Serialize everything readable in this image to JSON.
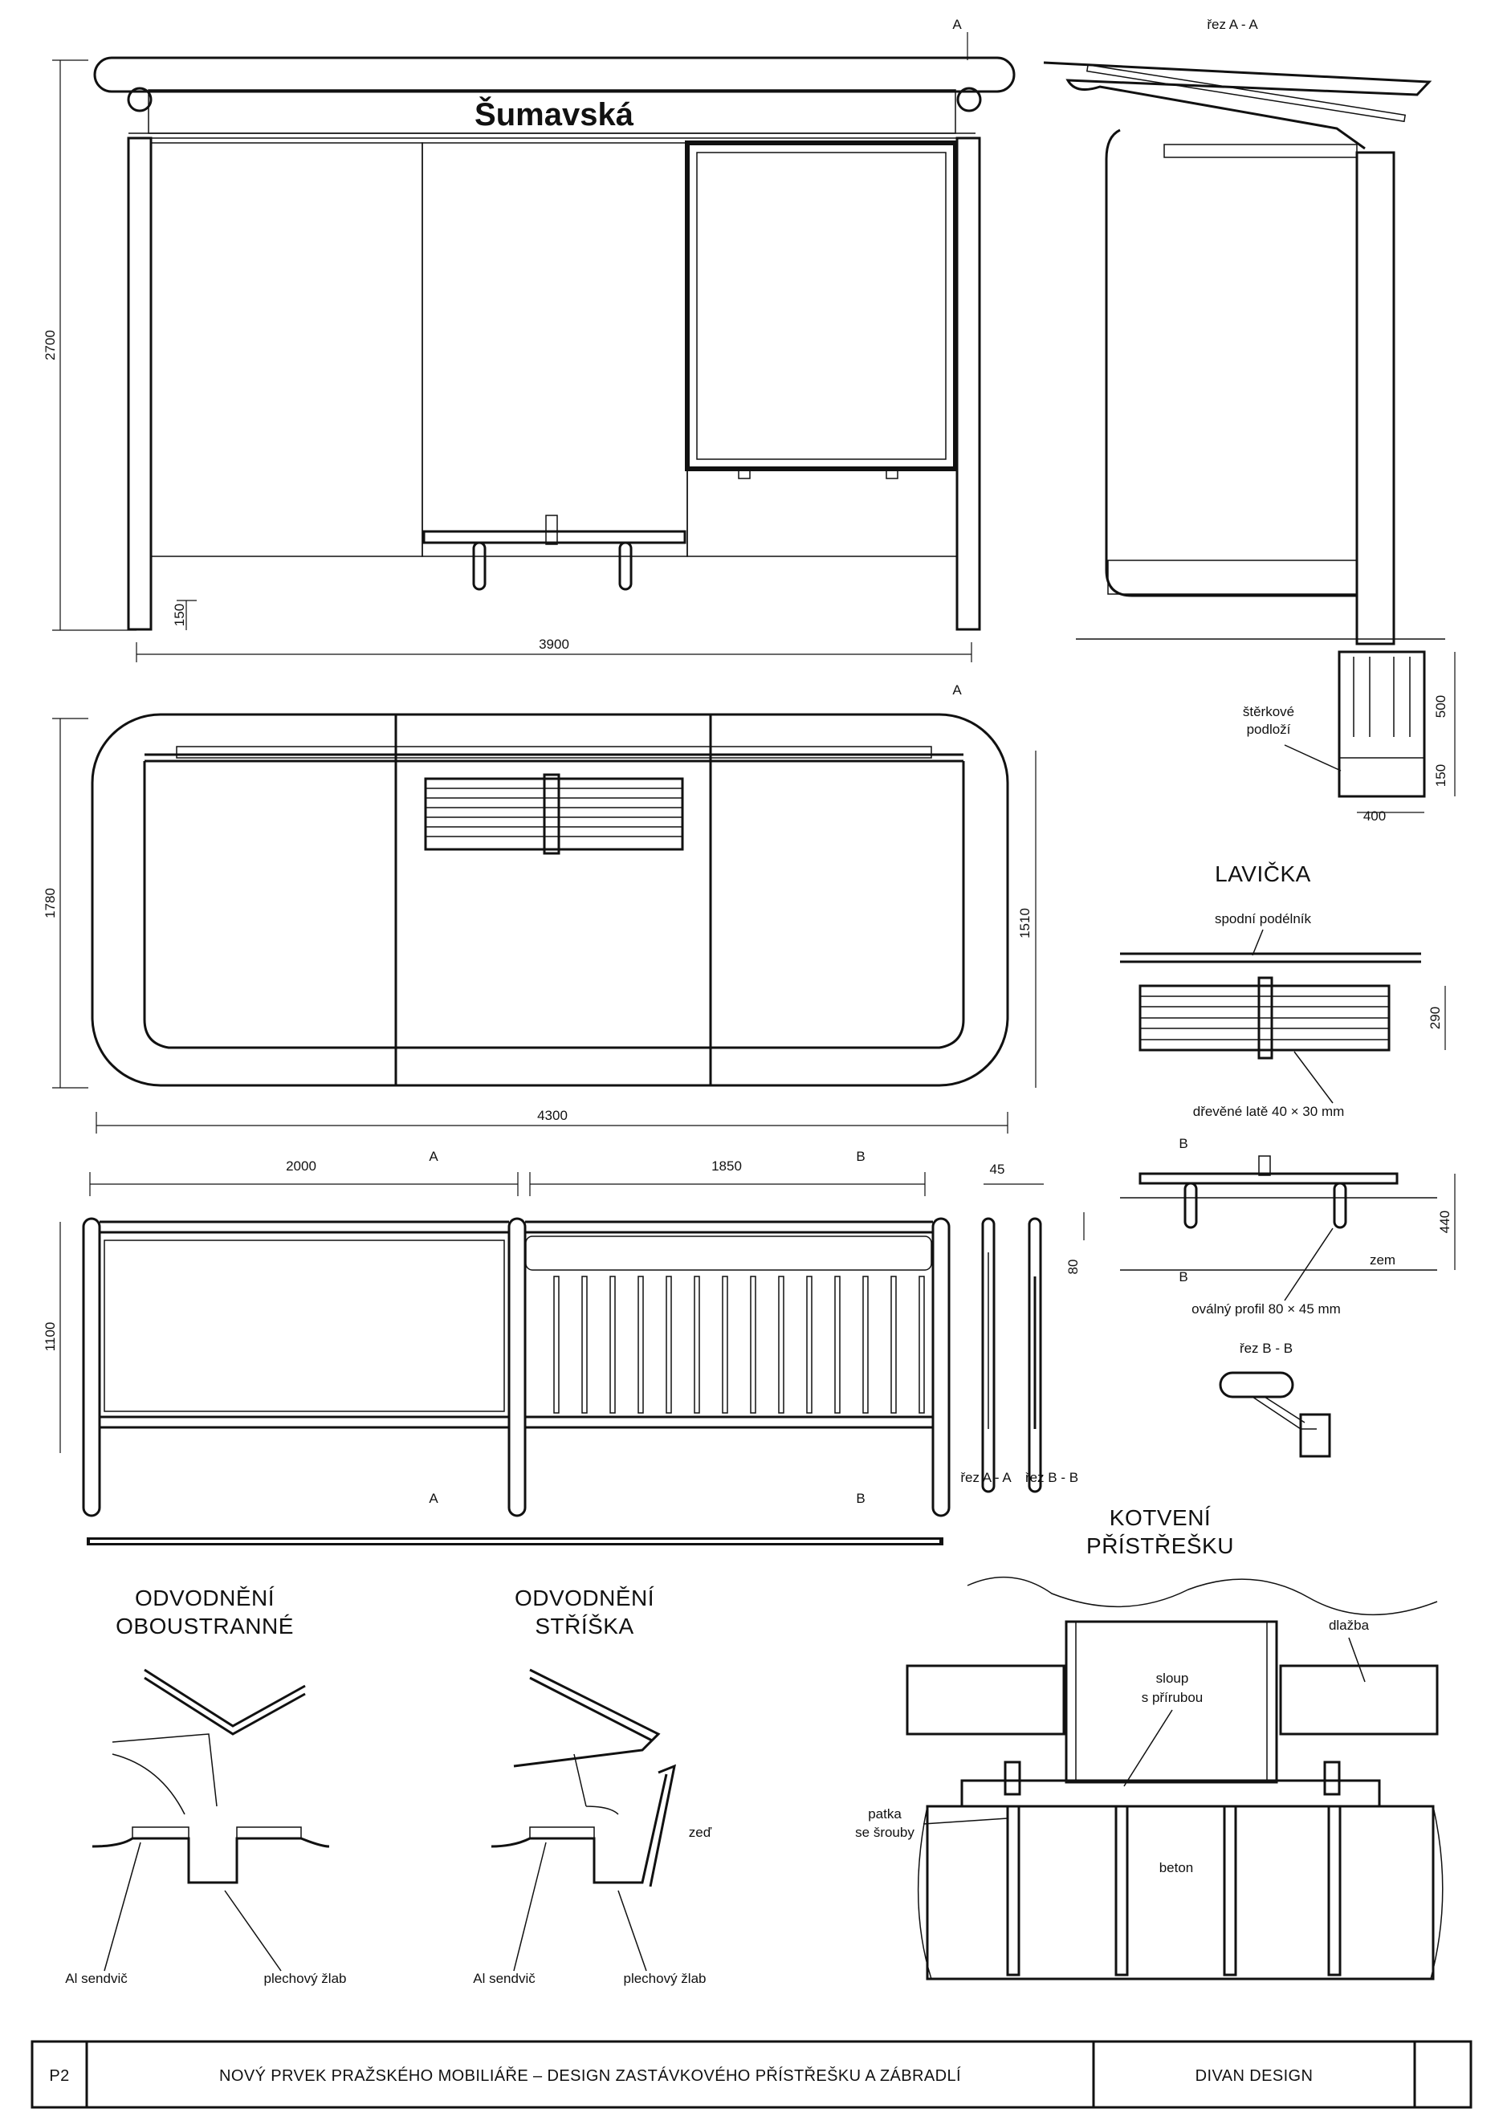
{
  "shelter_front": {
    "sign_text": "Šumavská",
    "dims": {
      "height": "2700",
      "width": "3900",
      "plinth": "150"
    },
    "section_mark": "A"
  },
  "section_aa": {
    "title": "řez A - A",
    "gravel_label": "štěrkové\npodloží",
    "dims": {
      "depth": "500",
      "base": "150",
      "width": "400"
    }
  },
  "shelter_plan": {
    "dims": {
      "depth": "1780",
      "inner_depth": "1510",
      "length": "4300"
    },
    "section_mark": "A"
  },
  "bench": {
    "title": "LAVIČKA",
    "label_lower_rail": "spodní podélník",
    "dim_depth": "290",
    "label_slats": "dřevěné latě 40 × 30 mm",
    "section_mark": "B",
    "dim_height": "440",
    "label_ground": "zem",
    "label_profile": "oválný profil 80 × 45 mm",
    "section_title": "řez B - B"
  },
  "railing": {
    "dims": {
      "left": "2000",
      "right": "1850",
      "height": "1100",
      "thickness": "45",
      "top": "80"
    },
    "mark_a": "A",
    "mark_b": "B",
    "section_a": "řez A - A",
    "section_b": "řez B - B"
  },
  "drainage_double": {
    "title_line1": "ODVODNĚNÍ",
    "title_line2": "OBOUSTRANNÉ",
    "label_sandwich": "Al sendvič",
    "label_gutter": "plechový žlab"
  },
  "drainage_single": {
    "title_line1": "ODVODNĚNÍ",
    "title_line2": "STŘÍŠKA",
    "label_wall": "zeď",
    "label_sandwich": "Al sendvič",
    "label_gutter": "plechový žlab"
  },
  "anchoring": {
    "title_line1": "KOTVENÍ",
    "title_line2": "PŘÍSTŘEŠKU",
    "label_paving": "dlažba",
    "label_column_1": "sloup",
    "label_column_2": "s přírubou",
    "label_footing_1": "patka",
    "label_footing_2": "se šrouby",
    "label_concrete": "beton"
  },
  "title_block": {
    "sheet": "P2",
    "description": "NOVÝ PRVEK PRAŽSKÉHO MOBILIÁŘE – DESIGN ZASTÁVKOVÉHO PŘÍSTŘEŠKU A ZÁBRADLÍ",
    "author": "DIVAN DESIGN",
    "extra": ""
  }
}
